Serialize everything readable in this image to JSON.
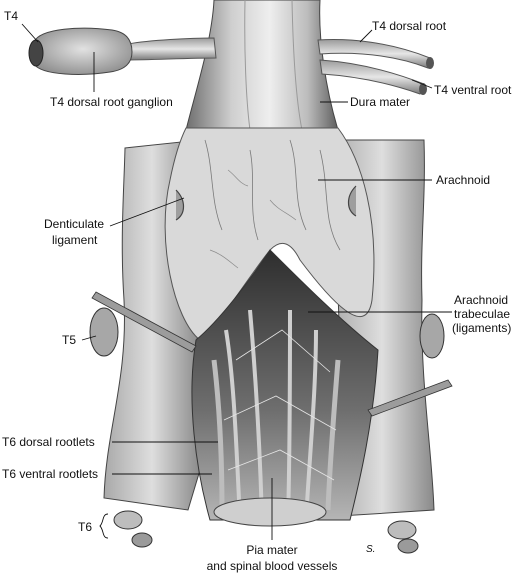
{
  "figure": {
    "labels": {
      "t4": "T4",
      "t4_dorsal_root_ganglion": "T4 dorsal root ganglion",
      "t4_dorsal_root": "T4 dorsal root",
      "t4_ventral_root": "T4 ventral root",
      "dura_mater": "Dura mater",
      "arachnoid": "Arachnoid",
      "denticulate_ligament_line1": "Denticulate",
      "denticulate_ligament_line2": "ligament",
      "arachnoid_trabeculae_line1": "Arachnoid",
      "arachnoid_trabeculae_line2": "trabeculae",
      "arachnoid_trabeculae_line3": "(ligaments)",
      "t5": "T5",
      "t6_dorsal_rootlets": "T6 dorsal rootlets",
      "t6_ventral_rootlets": "T6 ventral rootlets",
      "t6": "T6",
      "pia_mater_line1": "Pia mater",
      "pia_mater_line2": "and spinal blood vessels",
      "signature": "S."
    },
    "colors": {
      "ink": "#111111",
      "tissue_light": "#e4e4e4",
      "tissue_mid": "#bdbdbd",
      "tissue_dark": "#5a5a5a",
      "cavity": "#3a3a3a"
    }
  }
}
